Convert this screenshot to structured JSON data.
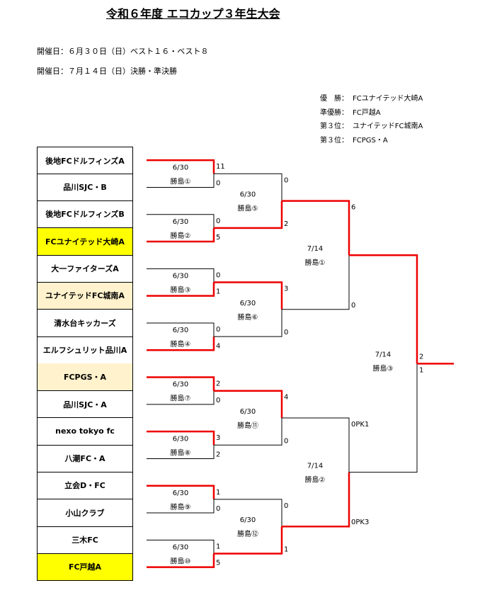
{
  "title": "令和６年度 エコカップ３年生大会",
  "dates": [
    "開催日：６月３０日（日）ベスト１６・ベスト８",
    "開催日：７月１４日（日）決勝・準決勝"
  ],
  "results": [
    {
      "label": "優　勝：",
      "team": "FCユナイテッド大崎A"
    },
    {
      "label": "準優勝：",
      "team": "FC戸越A"
    },
    {
      "label": "第３位：",
      "team": "ユナイテッドFC城南A"
    },
    {
      "label": "第３位：",
      "team": "FCPGS・A"
    }
  ],
  "teams": [
    {
      "name": "後地FCドルフィンズA",
      "highlight": "none"
    },
    {
      "name": "品川SJC・B",
      "highlight": "none"
    },
    {
      "name": "後地FCドルフィンズB",
      "highlight": "none"
    },
    {
      "name": "FCユナイテッド大崎A",
      "highlight": "champion"
    },
    {
      "name": "大一ファイターズA",
      "highlight": "none"
    },
    {
      "name": "ユナイテッドFC城南A",
      "highlight": "third"
    },
    {
      "name": "清水台キッカーズ",
      "highlight": "none"
    },
    {
      "name": "エルフシュリット品川A",
      "highlight": "none"
    },
    {
      "name": "FCPGS・A",
      "highlight": "third"
    },
    {
      "name": "品川SJC・A",
      "highlight": "none"
    },
    {
      "name": "nexo tokyo fc",
      "highlight": "none"
    },
    {
      "name": "八潮FC・A",
      "highlight": "none"
    },
    {
      "name": "立会D・FC",
      "highlight": "none"
    },
    {
      "name": "小山クラブ",
      "highlight": "none"
    },
    {
      "name": "三木FC",
      "highlight": "none"
    },
    {
      "name": "FC戸越A",
      "highlight": "champion"
    }
  ],
  "round1": [
    {
      "date": "6/30",
      "venue": "勝島①",
      "top_score": "11",
      "bottom_score": "0",
      "winner": "top"
    },
    {
      "date": "6/30",
      "venue": "勝島②",
      "top_score": "0",
      "bottom_score": "5",
      "winner": "bottom"
    },
    {
      "date": "6/30",
      "venue": "勝島③",
      "top_score": "0",
      "bottom_score": "1",
      "winner": "bottom"
    },
    {
      "date": "6/30",
      "venue": "勝島④",
      "top_score": "0",
      "bottom_score": "4",
      "winner": "bottom"
    },
    {
      "date": "6/30",
      "venue": "勝島⑦",
      "top_score": "2",
      "bottom_score": "0",
      "winner": "top"
    },
    {
      "date": "6/30",
      "venue": "勝島⑧",
      "top_score": "3",
      "bottom_score": "2",
      "winner": "top"
    },
    {
      "date": "6/30",
      "venue": "勝島⑨",
      "top_score": "1",
      "bottom_score": "0",
      "winner": "top"
    },
    {
      "date": "6/30",
      "venue": "勝島⑩",
      "top_score": "1",
      "bottom_score": "5",
      "winner": "bottom"
    }
  ],
  "round2": [
    {
      "date": "6/30",
      "venue": "勝島⑤",
      "top_score": "0",
      "bottom_score": "2",
      "winner": "bottom"
    },
    {
      "date": "6/30",
      "venue": "勝島⑥",
      "top_score": "3",
      "bottom_score": "0",
      "winner": "top"
    },
    {
      "date": "6/30",
      "venue": "勝島⑪",
      "top_score": "4",
      "bottom_score": "0",
      "winner": "top"
    },
    {
      "date": "6/30",
      "venue": "勝島⑫",
      "top_score": "0",
      "bottom_score": "1",
      "winner": "bottom"
    }
  ],
  "semifinals": [
    {
      "date": "7/14",
      "venue": "勝島①",
      "top_score": "6",
      "bottom_score": "0",
      "winner": "top"
    },
    {
      "date": "7/14",
      "venue": "勝島②",
      "top_score": "0PK1",
      "bottom_score": "0PK3",
      "winner": "bottom"
    }
  ],
  "final": {
    "date": "7/14",
    "venue": "勝島③",
    "top_score": "2",
    "bottom_score": "1",
    "winner": "top"
  },
  "colors": {
    "winner_line": "#ee0000",
    "loser_line": "#000000",
    "champion_fill": "#ffff00",
    "third_fill": "#fff2cc"
  }
}
